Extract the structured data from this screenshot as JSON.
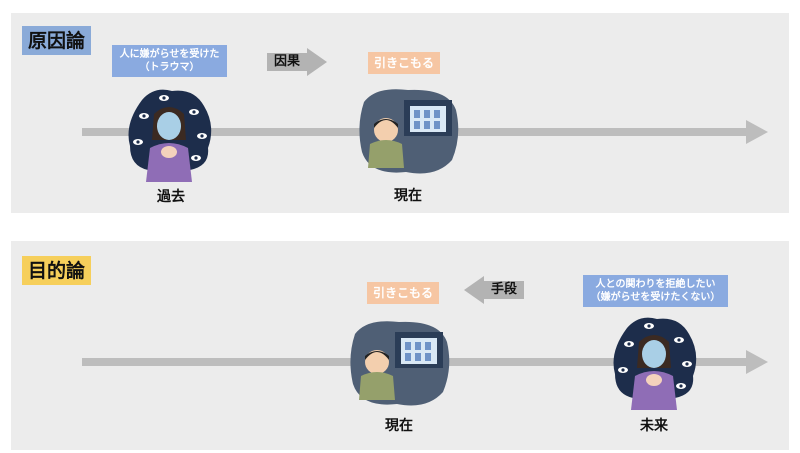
{
  "top": {
    "title": "原因論",
    "cause_box": [
      "人に嫌がらせを受けた",
      "（トラウマ）"
    ],
    "arrow_label": "因果",
    "result_box": "引きこもる",
    "past_label": "過去",
    "present_label": "現在"
  },
  "bottom": {
    "title": "目的論",
    "result_box": "引きこもる",
    "arrow_label": "手段",
    "goal_box": [
      "人との関わりを拒絶したい",
      "（嫌がらせを受けたくない）"
    ],
    "present_label": "現在",
    "future_label": "未来"
  },
  "colors": {
    "blue_tag": "#8aaad8",
    "yellow_tag": "#f6cf5b",
    "blue_box": "#8aaae0",
    "peach_box": "#f6c6a3",
    "timeline": "#bdbdbd"
  }
}
